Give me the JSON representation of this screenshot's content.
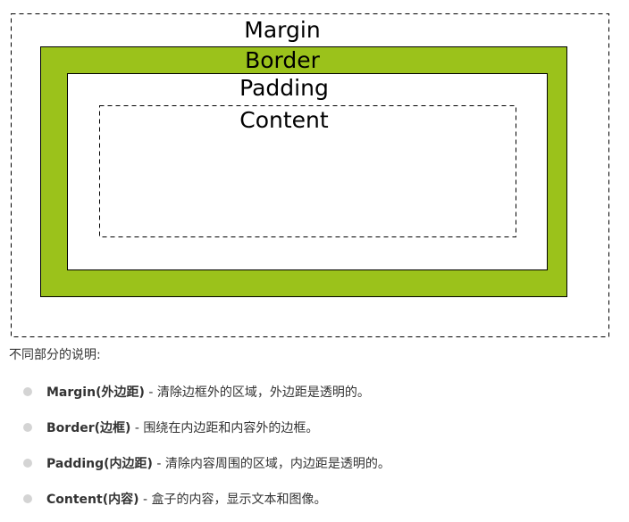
{
  "diagram": {
    "labels": {
      "margin": "Margin",
      "border": "Border",
      "padding": "Padding",
      "content": "Content"
    },
    "colors": {
      "border_fill": "#9bc21b",
      "outline": "#000000",
      "background": "#ffffff"
    }
  },
  "description": {
    "intro": "不同部分的说明:",
    "items": [
      {
        "term": "Margin(外边距)",
        "text": " - 清除边框外的区域，外边距是透明的。"
      },
      {
        "term": "Border(边框)",
        "text": " - 围绕在内边距和内容外的边框。"
      },
      {
        "term": "Padding(内边距)",
        "text": " - 清除内容周围的区域，内边距是透明的。"
      },
      {
        "term": "Content(内容)",
        "text": " - 盒子的内容，显示文本和图像。"
      }
    ],
    "bullet_color": "#d4d4d4",
    "text_color": "#333333"
  }
}
